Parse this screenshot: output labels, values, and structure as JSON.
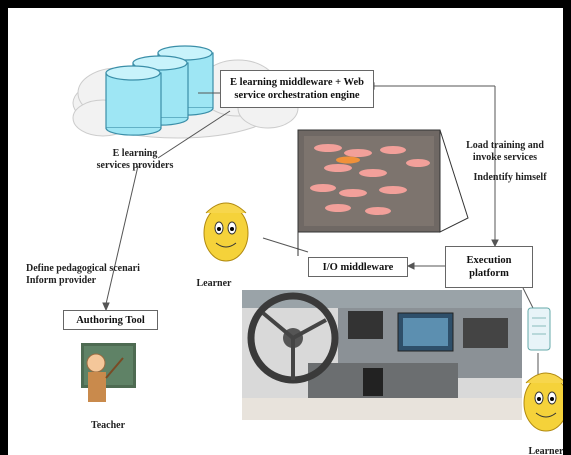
{
  "middleware_box": {
    "line1": "E learning middleware + Web",
    "line2": "service orchestration engine"
  },
  "providers": {
    "line1": "E learning",
    "line2": "services providers"
  },
  "load_training": {
    "line1": "Load training and",
    "line2": "invoke services"
  },
  "identify": "Indentify himself",
  "define": {
    "line1": "Define pedagogical scenari",
    "line2": "Inform provider"
  },
  "authoring_tool": "Authoring Tool",
  "teacher": "Teacher",
  "learner_left": "Learner",
  "learner_right": "Learner",
  "io_middleware": "I/O middleware",
  "execution": {
    "line1": "Execution",
    "line2": "platform"
  },
  "colors": {
    "db_fill": "#9ee6f4",
    "db_stroke": "#3a8ea8",
    "cloud": "#f3f3f3",
    "frame": "#000000",
    "smiley": "#f5d23a"
  }
}
